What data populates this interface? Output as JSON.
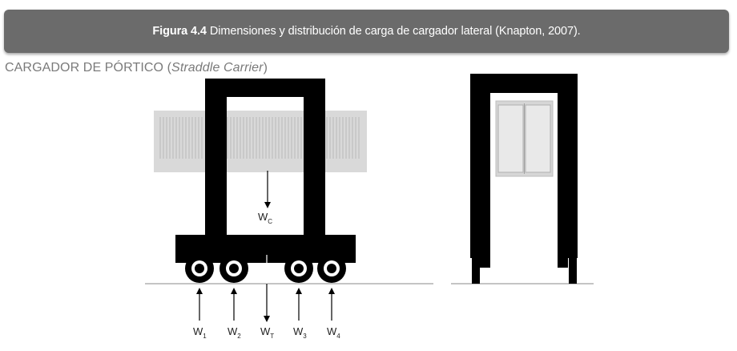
{
  "figure": {
    "label": "Figura 4.4",
    "caption": "Dimensiones y distribución de carga de cargador lateral (Knapton, 2007)."
  },
  "section_title": {
    "prefix": "CARGADOR DE PÓRTICO (",
    "italic": "Straddle Carrier",
    "suffix": ")"
  },
  "load_labels": {
    "wc": {
      "main": "W",
      "sub": "C"
    },
    "w1": {
      "main": "W",
      "sub": "1"
    },
    "w2": {
      "main": "W",
      "sub": "2"
    },
    "wt": {
      "main": "W",
      "sub": "T"
    },
    "w3": {
      "main": "W",
      "sub": "3"
    },
    "w4": {
      "main": "W",
      "sub": "4"
    }
  },
  "colors": {
    "banner": "#6b6b6b",
    "frame": "#000000",
    "container": "#d9d9d9",
    "ground": "#888888"
  }
}
